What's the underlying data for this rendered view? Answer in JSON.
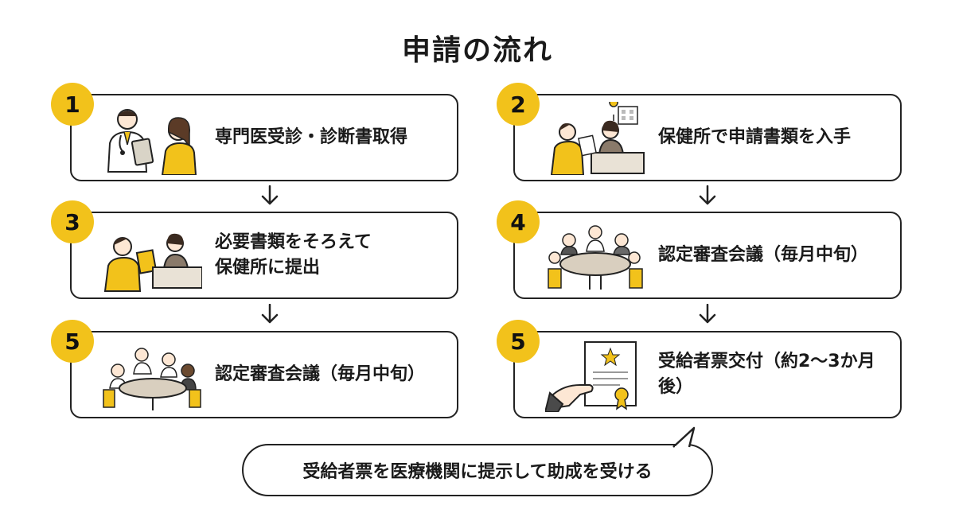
{
  "title": "申請の流れ",
  "steps": [
    {
      "number": "1",
      "text": "専門医受診・診断書取得"
    },
    {
      "number": "2",
      "text": "保健所で申請書類を入手"
    },
    {
      "number": "3",
      "line1": "必要書類をそろえて",
      "line2": "保健所に提出"
    },
    {
      "number": "4",
      "text": "認定審査会議（毎月中旬）"
    },
    {
      "number": "5",
      "text": "認定審査会議（毎月中旬）"
    },
    {
      "number": "5",
      "text": "受給者票交付（約2〜3か月後）"
    }
  ],
  "note": "受給者票を医療機関に提示して助成を受ける",
  "colors": {
    "accent": "#f2c21b",
    "outline": "#222222"
  }
}
